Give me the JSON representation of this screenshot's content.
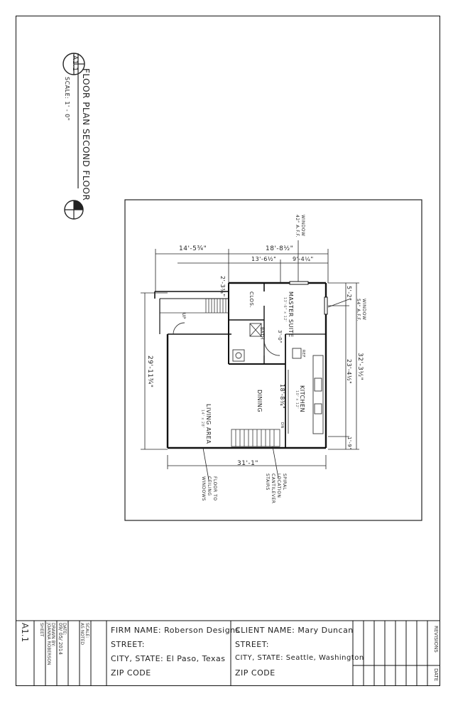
{
  "sheet": {
    "title": "FLOOR PLAN SECOND FLOOR",
    "scale": "SCALE: 1' - 0\"",
    "detail_ref": "A1.1"
  },
  "dimensions": {
    "top_left": "14'-5¾\"",
    "top_right": "18'-8½\"",
    "top_inner_a": "13'-6½\"",
    "top_inner_b": "9'-4¼\"",
    "stair_small": "2'-3¾\"",
    "left_side": "29'-11¾\"",
    "right_side_a": "5'-2\"",
    "right_side_b": "23'-4½\"",
    "right_side_total": "32'-3½\"",
    "right_side_c": "1'-9\"",
    "interior": "18'-8¾\"",
    "door": "3'-0\"",
    "bottom": "31'-1\""
  },
  "rooms": {
    "master": "MASTER SUITE",
    "master_size": "13'-6\" x 12'",
    "closet": "CLOS.",
    "bath": "BATH",
    "kitchen": "KITCHEN",
    "kitchen_size": "10' x 12'",
    "dining": "DINING",
    "living": "LIVING AREA",
    "living_size": "14' x 28'",
    "stair_up": "UP",
    "ref": "REF",
    "dn": "DN"
  },
  "notes": {
    "window_top": "WINDOW 42\" A.F.F.",
    "window_right": "WINDOW 54\" A.F.F.",
    "floor_to_ceiling": "FLOOR TO CEILING WINDOWS",
    "spiral": "SPIRAL LOCATION CANTILEVER STAIRS"
  },
  "title_block": {
    "sheet_label": "SHEET",
    "sheet_number": "A1.1",
    "drawn_by_label": "DRAWN BY:",
    "drawn_by": "JOANNA ROBERSON",
    "date_label": "DATE:",
    "date": "09/ 05/ 2014",
    "scale_label": "SCALE:",
    "scale": "AS NOTED",
    "firm_name": "FIRM NAME: Roberson Designs",
    "firm_street": "STREET:",
    "firm_city": "CITY, STATE: El Paso, Texas",
    "firm_zip": "ZIP CODE",
    "client_name": "CLIENT NAME: Mary Duncan",
    "client_street": "STREET:",
    "client_city": "CITY, STATE: Seattle, Washington",
    "client_zip": "ZIP CODE",
    "revisions_label": "REVISIONS",
    "rev_date_label": "DATE"
  }
}
